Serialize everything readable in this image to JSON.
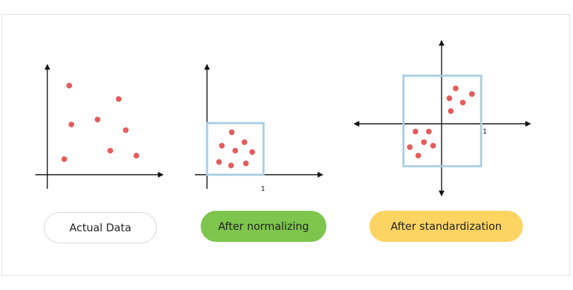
{
  "labels": {
    "actual": "Actual Data",
    "normalized": "After normalizing",
    "standardized": "After standardization"
  },
  "panels": {
    "normalized": {
      "unit_tick": "1"
    },
    "standardized": {
      "unit_tick": "1"
    }
  },
  "colors": {
    "point": "#e45c5c",
    "box": "#a9cde3",
    "axis": "#111111",
    "pill_normal": "#7dc54c",
    "pill_standard": "#fcd462",
    "pill_actual_border": "#d6d6d6"
  }
}
